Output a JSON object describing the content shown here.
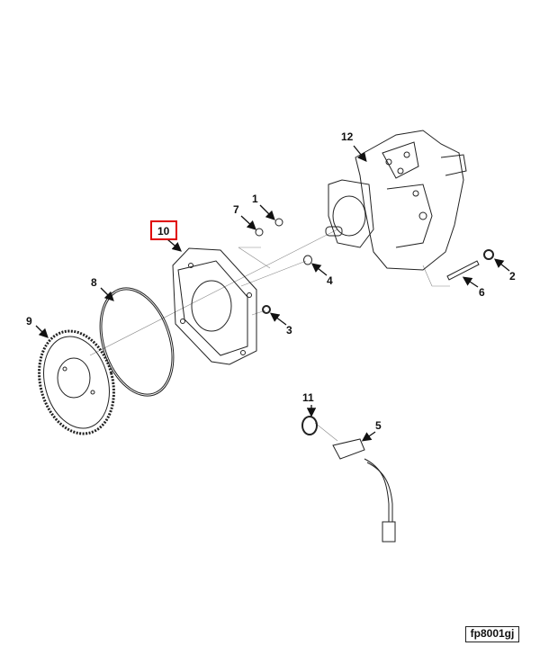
{
  "figure_id": "fp8001gj",
  "highlighted_callout": "10",
  "highlight_color": "#e00000",
  "callouts": [
    {
      "id": "1",
      "label": "1"
    },
    {
      "id": "2",
      "label": "2"
    },
    {
      "id": "3",
      "label": "3"
    },
    {
      "id": "4",
      "label": "4"
    },
    {
      "id": "5",
      "label": "5"
    },
    {
      "id": "6",
      "label": "6"
    },
    {
      "id": "7",
      "label": "7"
    },
    {
      "id": "8",
      "label": "8"
    },
    {
      "id": "9",
      "label": "9"
    },
    {
      "id": "10",
      "label": "10"
    },
    {
      "id": "11",
      "label": "11"
    },
    {
      "id": "12",
      "label": "12"
    }
  ]
}
